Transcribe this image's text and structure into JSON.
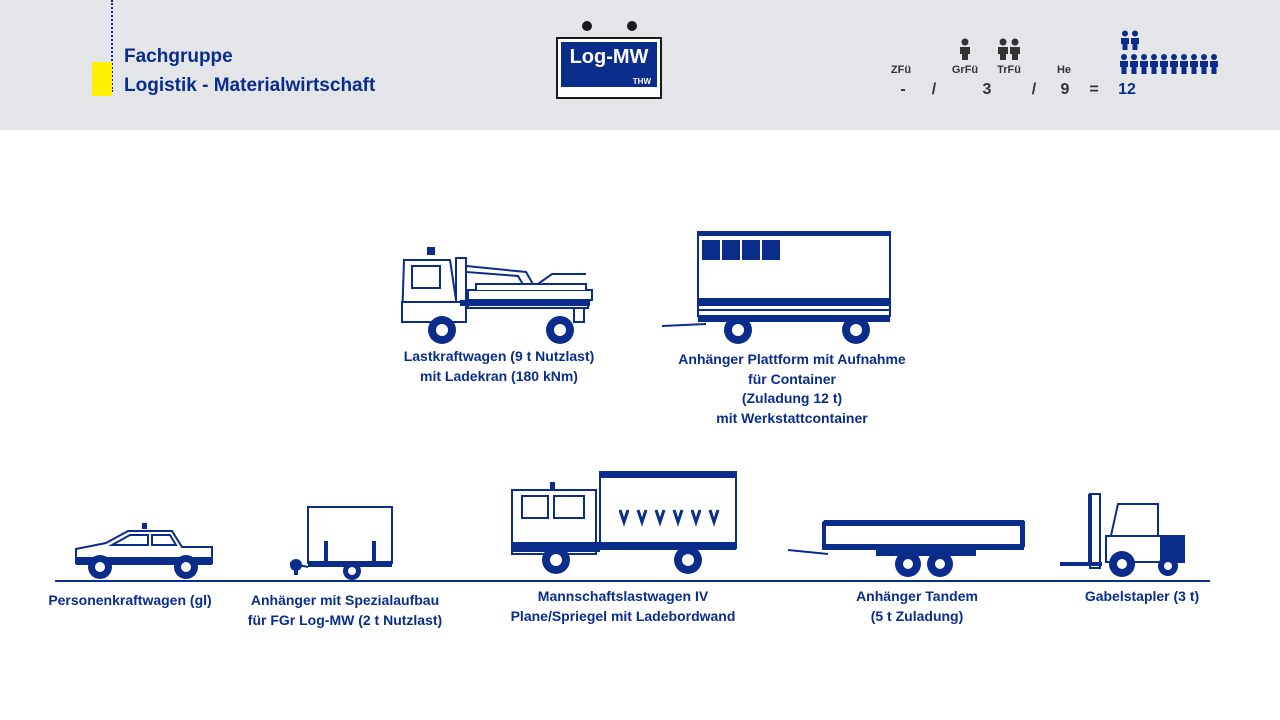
{
  "header": {
    "line1": "Fachgruppe",
    "line2": "Logistik - Materialwirtschaft",
    "logo": {
      "text": "Log-MW",
      "sub": "THW"
    },
    "strength": {
      "labels": {
        "zfu": "ZFü",
        "grfu": "GrFü",
        "trfu": "TrFü",
        "he": "He"
      },
      "values": {
        "zfu": "-",
        "sep1": "/",
        "grfu": "3",
        "sep2": "/",
        "he": "9",
        "eq": "=",
        "total": "12"
      }
    }
  },
  "vehicles": {
    "lkw_kran": {
      "line1": "Lastkraftwagen (9 t Nutzlast)",
      "line2": "mit Ladekran (180 kNm)"
    },
    "anh_container": {
      "line1": "Anhänger Plattform mit Aufnahme",
      "line2": "für Container",
      "line3": "(Zuladung 12 t)",
      "line4": "mit Werkstattcontainer"
    },
    "pkw": {
      "line1": "Personenkraftwagen (gl)"
    },
    "anh_spezial": {
      "line1": "Anhänger mit Spezialaufbau",
      "line2": "für FGr Log-MW (2 t Nutzlast)"
    },
    "mlw": {
      "line1": "Mannschaftslastwagen IV",
      "line2": "Plane/Spriegel mit Ladebordwand"
    },
    "anh_tandem": {
      "line1": "Anhänger Tandem",
      "line2": "(5 t Zuladung)"
    },
    "stapler": {
      "line1": "Gabelstapler (3 t)"
    }
  },
  "colors": {
    "primary": "#0a2d8c",
    "header_bg": "#e4e5e9",
    "accent": "#ffef00"
  },
  "icons": [
    "person-icon",
    "truck-crane-icon",
    "container-trailer-icon",
    "car-icon",
    "box-trailer-icon",
    "crew-truck-icon",
    "tandem-trailer-icon",
    "forklift-icon"
  ]
}
